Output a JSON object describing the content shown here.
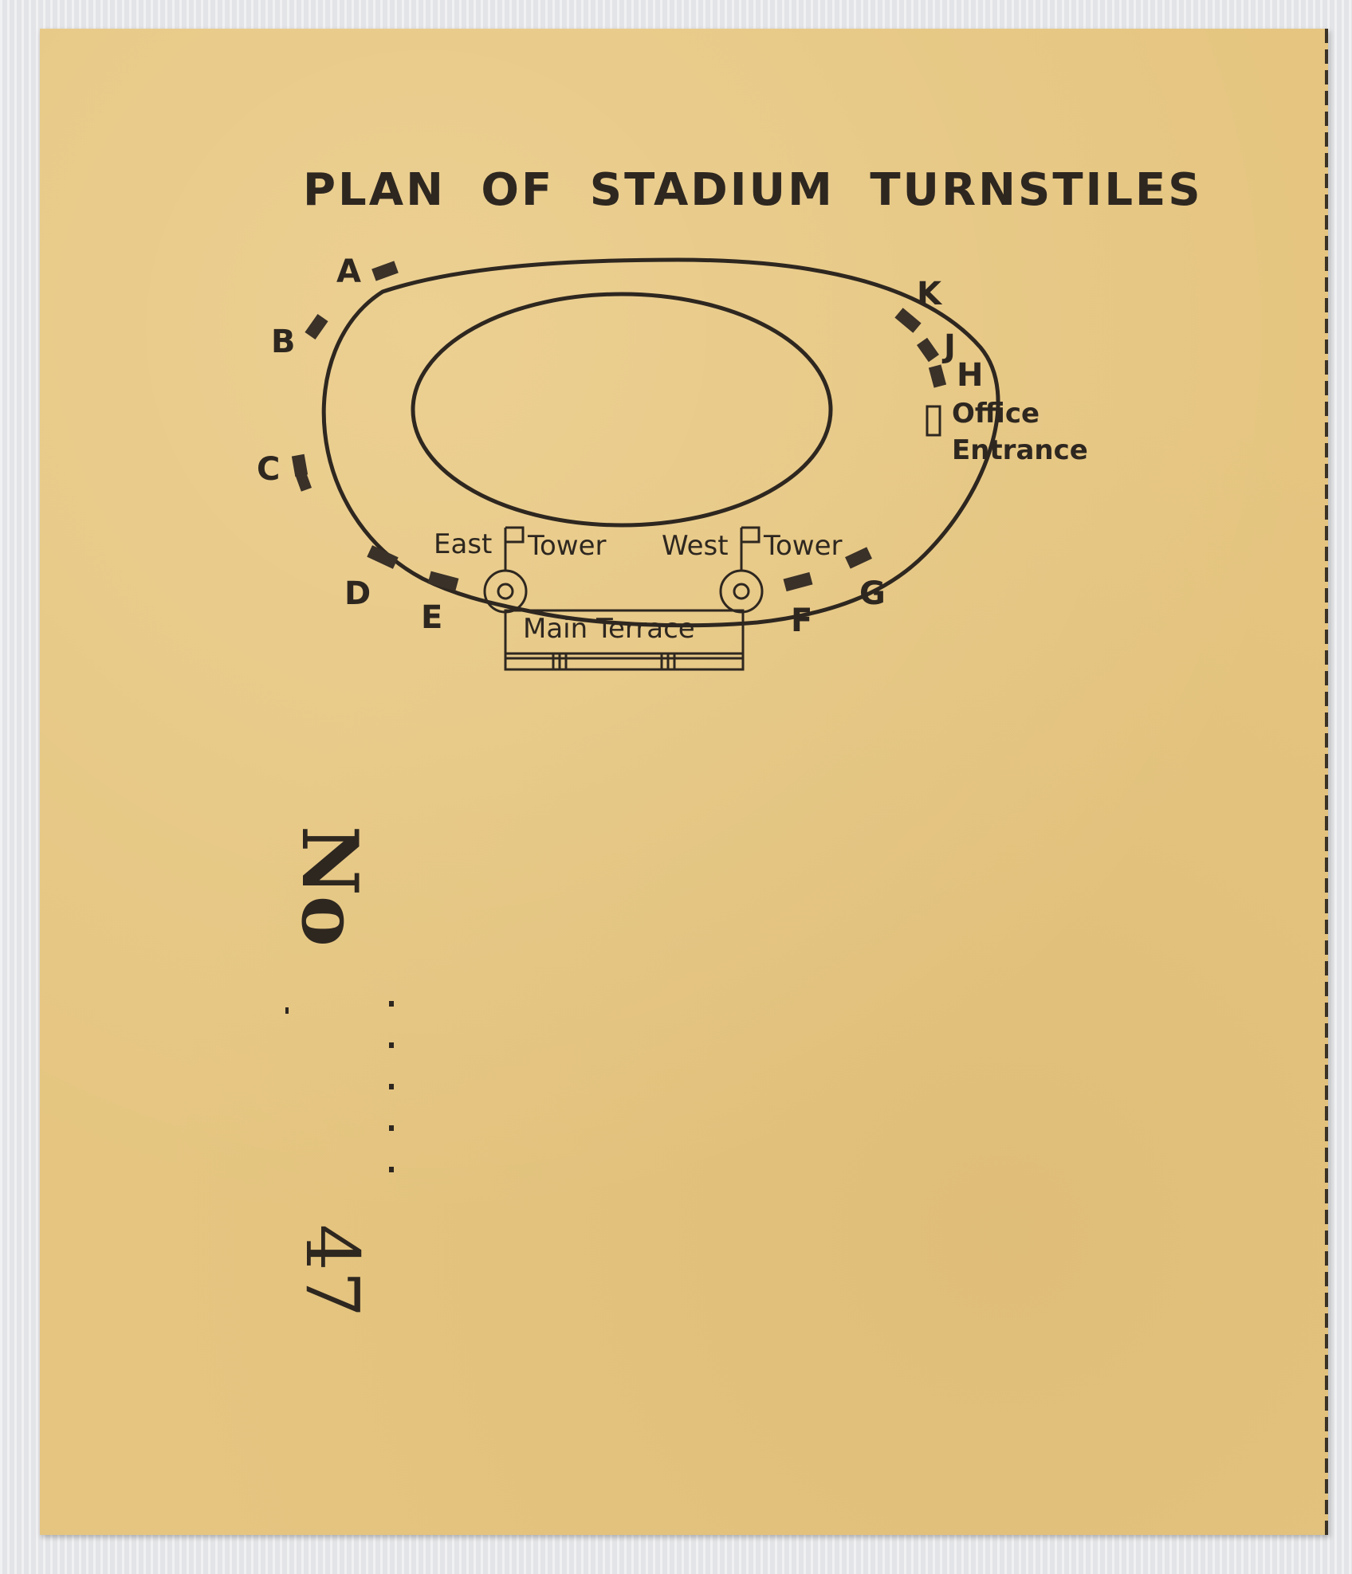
{
  "ticket": {
    "title": "PLAN OF STADIUM TURNSTILES",
    "gates": [
      "A",
      "B",
      "C",
      "D",
      "E",
      "F",
      "G",
      "H",
      "J",
      "K"
    ],
    "labels": {
      "office": "Office",
      "entrance": "Entrance",
      "east": "East",
      "west": "West",
      "tower": "Tower",
      "main_terrace": "Main Terrace"
    },
    "number_prefix": "No",
    "number": "47"
  }
}
